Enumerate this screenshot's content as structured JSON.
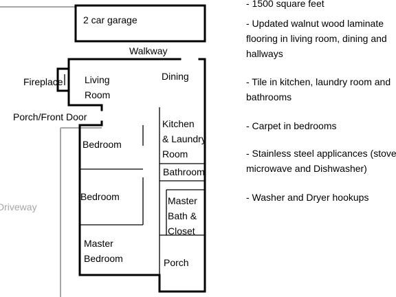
{
  "rooms": {
    "garage": "2 car garage",
    "walkway": "Walkway",
    "fireplace": "Fireplace",
    "living_room": "Living\nRoom",
    "dining": "Dining",
    "porch_front_door": "Porch/Front Door",
    "kitchen_laundry": "Kitchen\n& Laundry\nRoom",
    "bedroom_1": "Bedroom",
    "bedroom_2": "Bedroom",
    "bathroom": "Bathroom",
    "master_bath": "Master\nBath &\nCloset",
    "master_bedroom": "Master\nBedroom",
    "porch": "Porch",
    "driveway": "Driveway"
  },
  "features": [
    "- 1500 square feet",
    "- Updated walnut wood laminate\nflooring in living room, dining and\nhallways",
    "- Tile in kitchen, laundry room and\nbathrooms",
    "- Carpet in bedrooms",
    "- Stainless steel applicances (stove,\nmicrowave and Dishwasher)",
    "- Washer and Dryer hookups"
  ],
  "colors": {
    "walls": "#000000",
    "driveway": "#a6a6a6"
  }
}
